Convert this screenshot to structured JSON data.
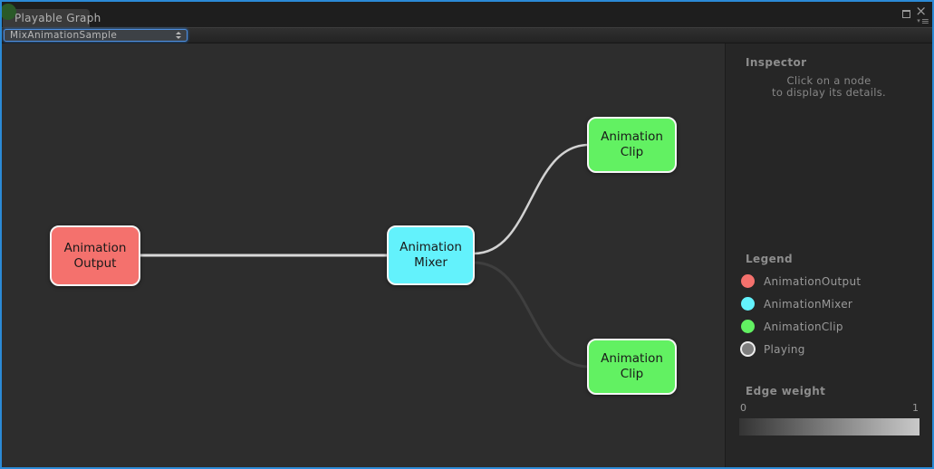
{
  "window": {
    "tab": "Playable Graph"
  },
  "toolbar": {
    "graph_dropdown_value": "MixAnimationSample"
  },
  "graph": {
    "nodes": [
      {
        "id": "animation-output",
        "line1": "Animation",
        "line2": "Output",
        "color": "#f4716d"
      },
      {
        "id": "animation-mixer",
        "line1": "Animation",
        "line2": "Mixer",
        "color": "#63f2fc"
      },
      {
        "id": "animation-clip-top",
        "line1": "Animation",
        "line2": "Clip",
        "color": "#62f162"
      },
      {
        "id": "animation-clip-bottom",
        "line1": "Animation",
        "line2": "Clip",
        "color": "#62f162"
      }
    ],
    "edges": [
      {
        "from": "animation-output",
        "to": "animation-mixer",
        "tone": "bright"
      },
      {
        "from": "animation-mixer",
        "to": "animation-clip-top",
        "tone": "bright"
      },
      {
        "from": "animation-mixer",
        "to": "animation-clip-bottom",
        "tone": "dim"
      }
    ]
  },
  "inspector": {
    "title": "Inspector",
    "hint_line1": "Click on a node",
    "hint_line2": "to display its details.",
    "legend": {
      "title": "Legend",
      "items": [
        {
          "label": "AnimationOutput",
          "color": "#f4716d"
        },
        {
          "label": "AnimationMixer",
          "color": "#63f2fc"
        },
        {
          "label": "AnimationClip",
          "color": "#62f162"
        },
        {
          "label": "Playing",
          "color": "#7f7f7f"
        }
      ]
    },
    "edge_weight": {
      "title": "Edge weight",
      "min": "0",
      "max": "1"
    }
  }
}
